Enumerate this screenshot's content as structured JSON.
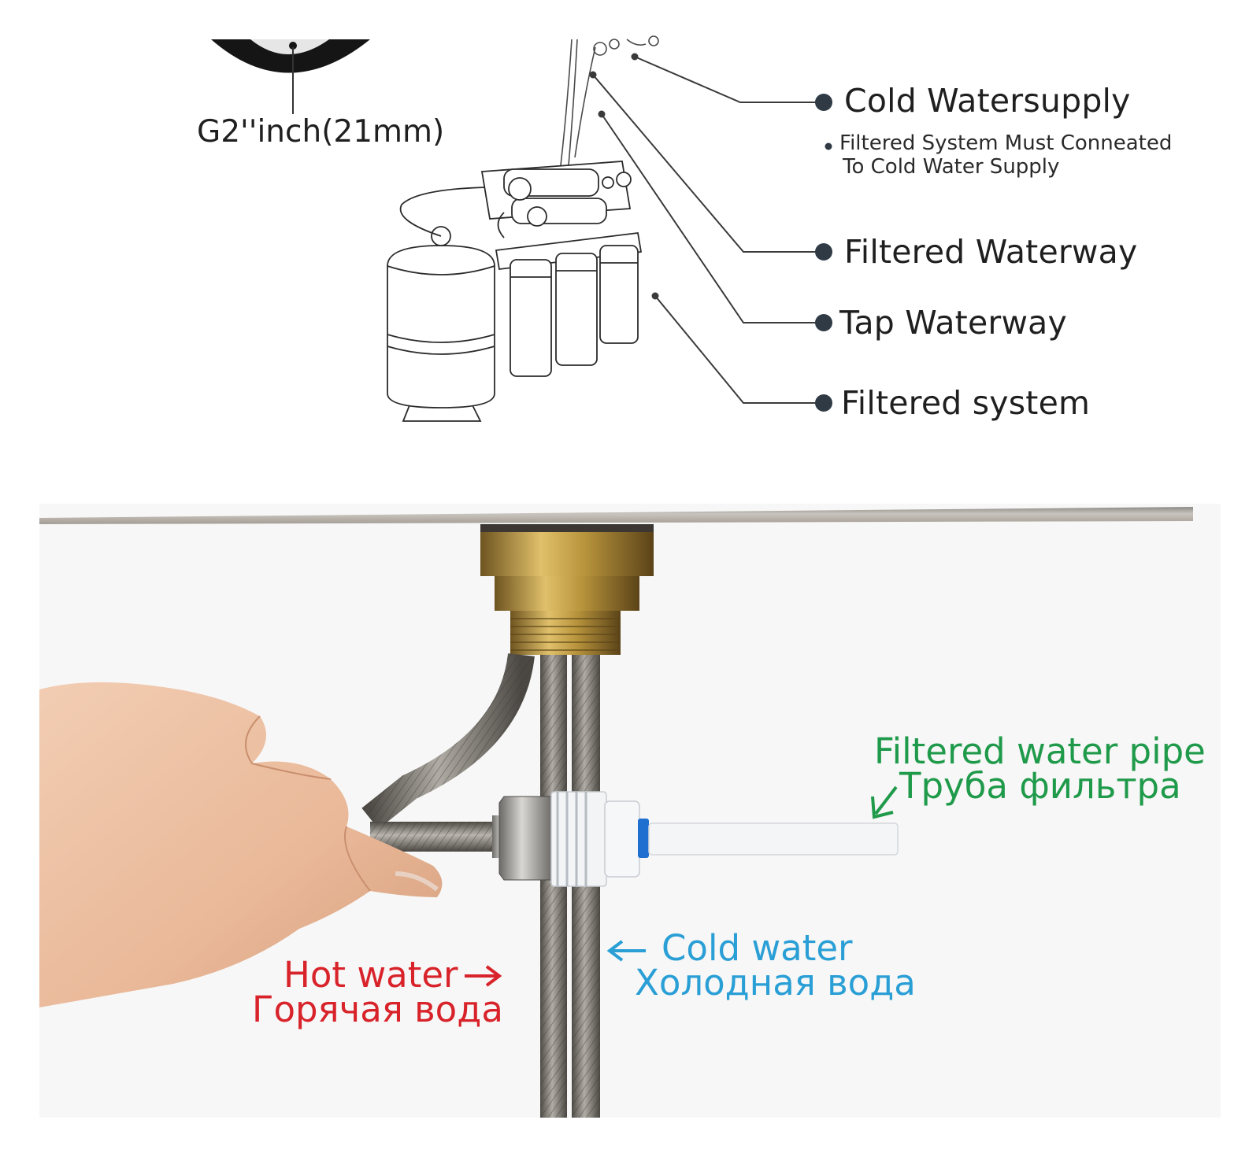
{
  "top_diagram": {
    "thread_size_label": "G2''inch(21mm)",
    "callouts": [
      {
        "id": "cold-water-supply",
        "label": "Cold Watersupply"
      },
      {
        "id": "filtered-waterway",
        "label": "Filtered Waterway"
      },
      {
        "id": "tap-waterway",
        "label": "Tap Waterway"
      },
      {
        "id": "filtered-system",
        "label": "Filtered system"
      }
    ],
    "note_lines": [
      "Filtered System Must Conneated",
      "To Cold Water Supply"
    ]
  },
  "photo_labels": {
    "filtered_pipe": {
      "en": "Filtered water pipe",
      "ru": "Труба фильтра",
      "color": "#1f9a4a"
    },
    "cold_water": {
      "en": "Cold water",
      "ru": "Холодная вода",
      "color": "#2a9fd6"
    },
    "hot_water": {
      "en": "Hot water",
      "ru": "Горячая вода",
      "color": "#d8232a"
    }
  },
  "colors": {
    "diagram_line": "#3a3a3a",
    "callout_dot": "#2f3a45",
    "brass": "#b8943c",
    "countertop": "#a9a39c",
    "photo_background": "#f7f7f7"
  }
}
